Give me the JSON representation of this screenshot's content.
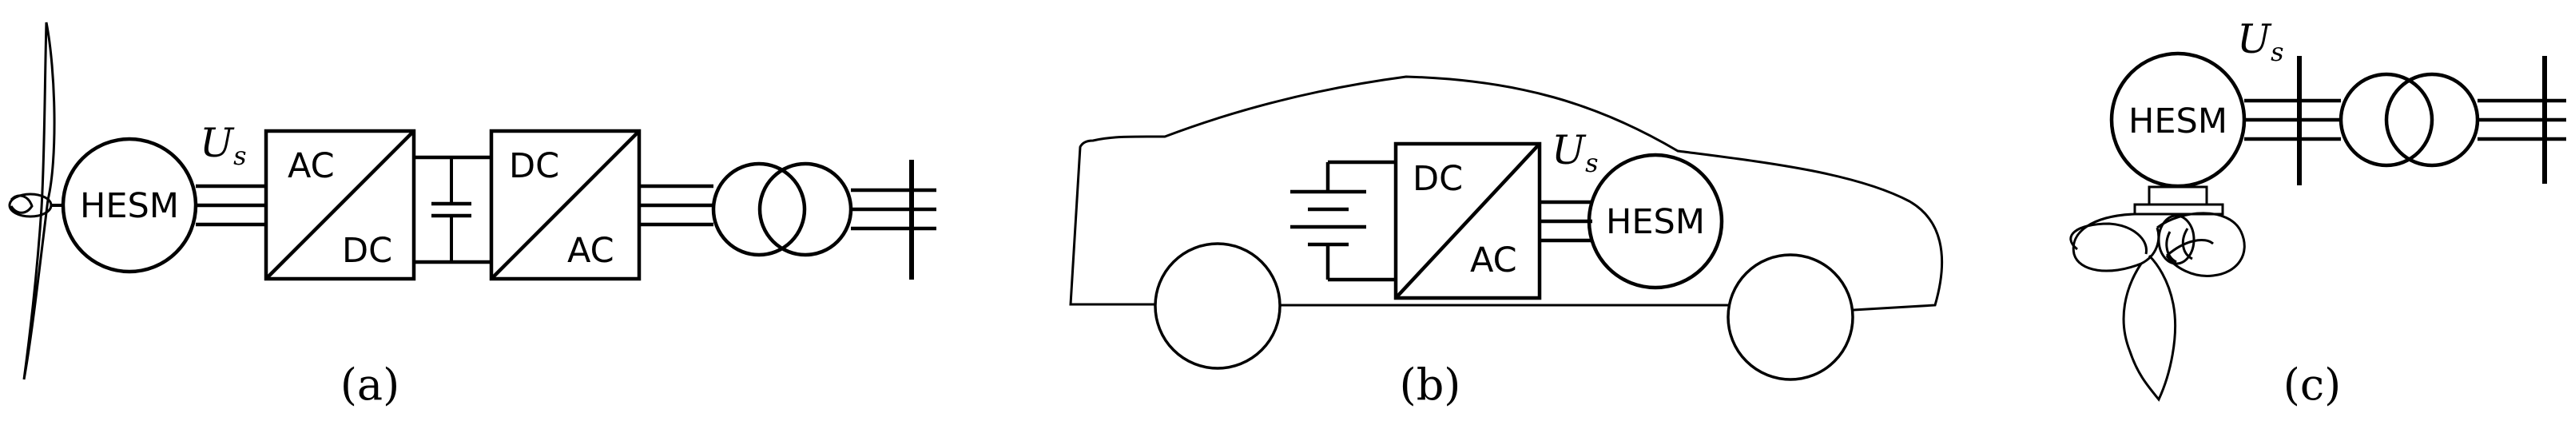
{
  "panels": {
    "a": {
      "caption": "(a)",
      "machine_label": "HESM",
      "voltage_label": "U",
      "voltage_sub": "s",
      "converter1_top": "AC",
      "converter1_bottom": "DC",
      "converter2_top": "DC",
      "converter2_bottom": "AC"
    },
    "b": {
      "caption": "(b)",
      "machine_label": "HESM",
      "voltage_label": "U",
      "voltage_sub": "s",
      "converter_top": "DC",
      "converter_bottom": "AC"
    },
    "c": {
      "caption": "(c)",
      "machine_label": "HESM",
      "voltage_label": "U",
      "voltage_sub": "s"
    }
  }
}
